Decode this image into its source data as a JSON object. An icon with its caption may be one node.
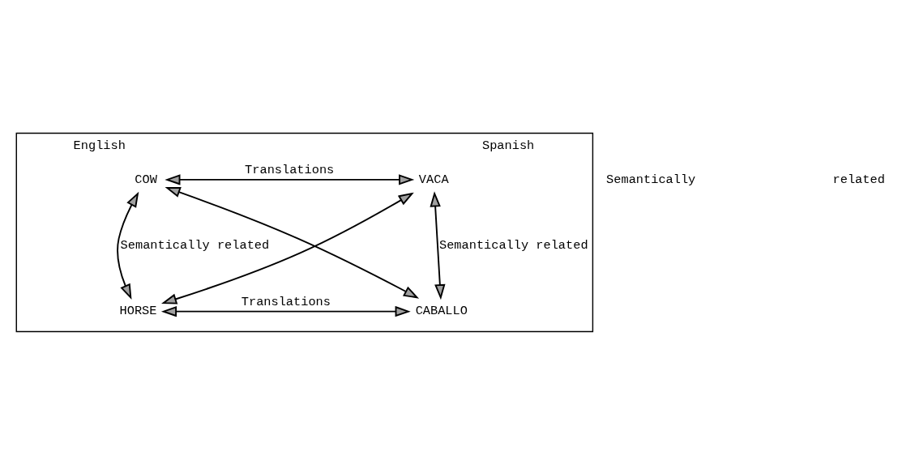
{
  "diagram": {
    "nodes": [
      {
        "text": [
          "English",
          "Spanish"
        ]
      },
      {
        "text": [
          "COW"
        ],
        "in": 0
      },
      {
        "text": [
          "VACA"
        ],
        "in": 0
      },
      {
        "text": [
          "HORSE"
        ],
        "in": 0
      },
      {
        "text": [
          "CABALLO"
        ],
        "in": 0
      }
    ],
    "edges": [
      {
        "from": 1,
        "to": 2,
        "arrow": "both",
        "label": "Translations"
      },
      {
        "from": 1,
        "to": 3,
        "arrow": "both",
        "label": "Semantically related"
      },
      {
        "from": 2,
        "to": 4,
        "arrow": "both",
        "label": "Semantically related"
      },
      {
        "from": 1,
        "to": 4,
        "arrow": "both"
      },
      {
        "from": 3,
        "to": 2,
        "arrow": "both"
      },
      {
        "from": 3,
        "to": 4,
        "arrow": "both",
        "label": "Translations"
      }
    ],
    "labels": [
      "Semantically",
      "related"
    ]
  }
}
